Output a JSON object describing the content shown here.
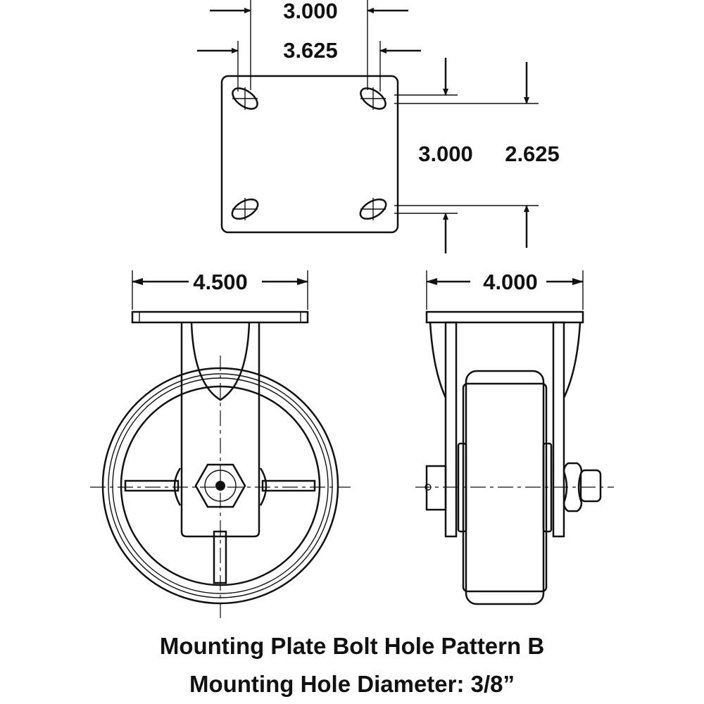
{
  "dimensions": {
    "bolt_spacing_width_inner": "3.000",
    "bolt_spacing_width_outer": "3.625",
    "bolt_spacing_length_inner": "3.000",
    "bolt_spacing_length_outer": "2.625",
    "plate_width": "4.500",
    "overall_width": "4.000"
  },
  "caption": {
    "line1": "Mounting Plate Bolt Hole Pattern B",
    "line2": "Mounting Hole Diameter: 3/8”"
  }
}
